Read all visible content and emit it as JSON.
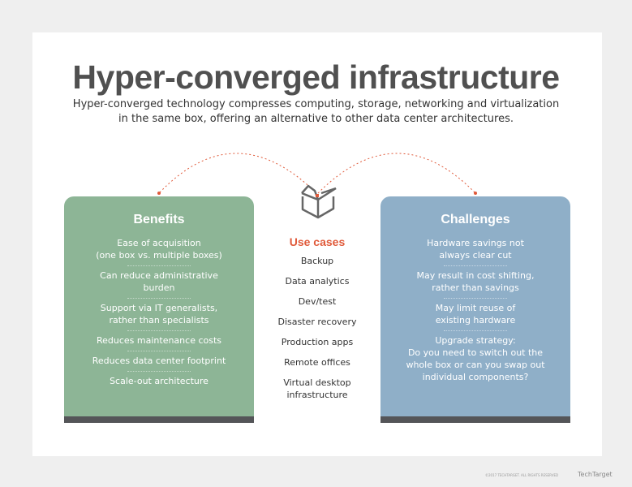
{
  "title": "Hyper-converged infrastructure",
  "subtitle": [
    "Hyper-converged technology compresses computing, storage, networking and virtualization",
    "in the same box, offering an alternative to other data center architectures."
  ],
  "colors": {
    "benefits": "#8db596",
    "challenges": "#8fafc8",
    "accent": "#e05a3a",
    "title": "#505050"
  },
  "icons": {
    "center": "open-box-icon"
  },
  "benefits": {
    "heading": "Benefits",
    "items": [
      "Ease of acquisition\n(one box vs. multiple boxes)",
      "Can reduce administrative\nburden",
      "Support via IT generalists,\nrather than specialists",
      "Reduces maintenance costs",
      "Reduces data center footprint",
      "Scale-out architecture"
    ]
  },
  "use_cases": {
    "heading": "Use cases",
    "items": [
      "Backup",
      "Data analytics",
      "Dev/test",
      "Disaster recovery",
      "Production apps",
      "Remote offices",
      "Virtual desktop\ninfrastructure"
    ]
  },
  "challenges": {
    "heading": "Challenges",
    "items": [
      "Hardware savings not\nalways clear cut",
      "May result in cost shifting,\nrather than savings",
      "May limit reuse of\nexisting hardware",
      "Upgrade strategy:\nDo you need to switch out the\nwhole box or can you swap out\nindividual components?"
    ]
  },
  "footer": {
    "copyright": "©2017 TECHTARGET. ALL RIGHTS RESERVED",
    "brand": "TechTarget"
  }
}
